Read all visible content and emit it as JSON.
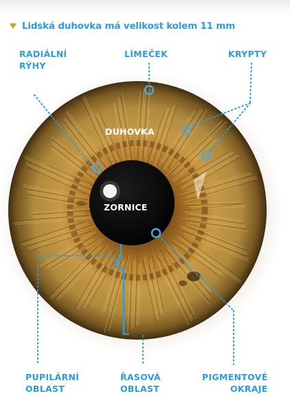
{
  "caption": "Lidská duhovka má velikost kolem 11 mm",
  "labels": {
    "radialni_ryhy": [
      "RADIÁLNÍ",
      "RÝHY"
    ],
    "limecek": "LÍMEČEK",
    "krypty": "KRYPTY",
    "duhovka": "DUHOVKA",
    "zornice": "ZORNICE",
    "pupilarni_oblast": [
      "PUPILÁRNÍ",
      "OBLAST"
    ],
    "rasova_oblast": [
      "ŘASOVÁ",
      "OBLAST"
    ],
    "pigmentove_okraje": [
      "PIGMENTOVÉ",
      "OKRAJE"
    ]
  },
  "colors": {
    "accent": "#2f9bd8",
    "bullet": "#c9a227",
    "iris_outer": "#6b4a1a",
    "iris_mid": "#b88a35",
    "iris_inner": "#8a5a1c",
    "pupil": "#0a0a0a"
  }
}
